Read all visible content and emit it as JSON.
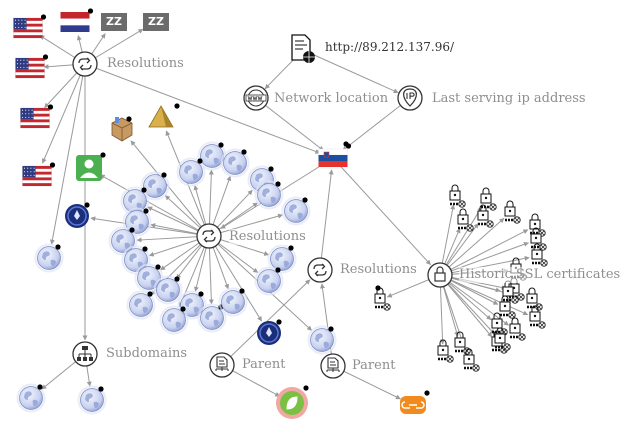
{
  "url_node": {
    "label": "http://89.212.137.96/",
    "icon": "document-globe-icon"
  },
  "hubs": {
    "resolutions_main": "Resolutions",
    "resolutions_center": "Resolutions",
    "resolutions_ip": "Resolutions",
    "network_location": "Network location",
    "last_serving_ip": "Last serving ip address",
    "historic_ssl": "Historic SSL certificates",
    "subdomains": "Subdomains",
    "parent_left": "Parent",
    "parent_right": "Parent"
  },
  "zz_badges": [
    "ZZ",
    "ZZ"
  ],
  "icons": {
    "ip_flag": "slovenia-flag-icon",
    "country_flags": "us-flag-icon",
    "netherlands_flag": "netherlands-flag-icon",
    "domain_globe": "globe-icon",
    "ssl_cert": "ssl-certificate-icon"
  },
  "colors": {
    "edge": "#9a9a9a",
    "hub_stroke": "#333333",
    "label": "#8e8e8e",
    "globe_fill": "#d9e1f5",
    "globe_stroke": "#7f8fc8",
    "marker": "#000000",
    "slovenia_red": "#e8322c",
    "slovenia_blue": "#1a4fa3"
  }
}
